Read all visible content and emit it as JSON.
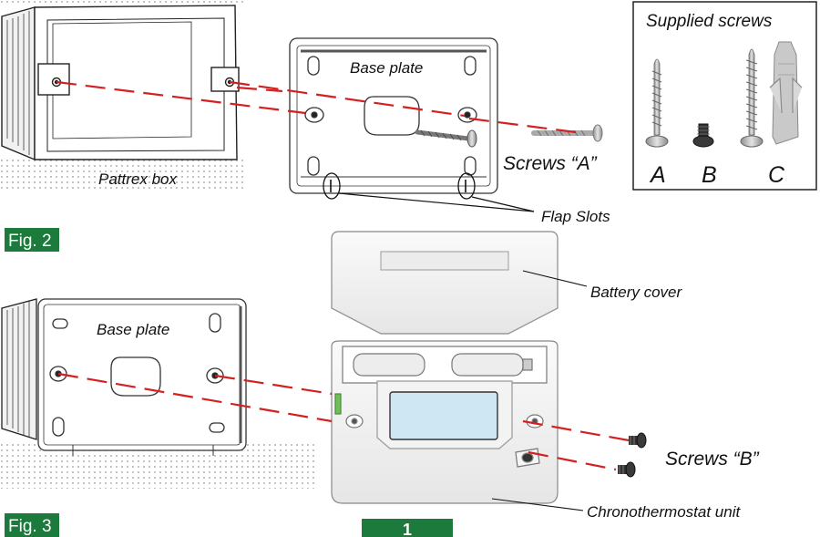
{
  "labels": {
    "pattrex_box": "Pattrex box",
    "base_plate_top": "Base plate",
    "screws_a": "Screws “A”",
    "flap_slots": "Flap Slots",
    "base_plate_bottom": "Base plate",
    "battery_cover": "Battery cover",
    "screws_b": "Screws “B”",
    "chrono_unit": "Chronothermostat unit"
  },
  "supplied_screws": {
    "title": "Supplied screws",
    "a": "A",
    "b": "B",
    "c": "C"
  },
  "figures": {
    "fig2": "Fig. 2",
    "fig3": "Fig. 3"
  },
  "page_number": "1",
  "colors": {
    "figure_badge": "#1b7a3c",
    "page_badge": "#1b7a3c",
    "guide_line": "#d42020",
    "display": "#cfe6f3"
  }
}
